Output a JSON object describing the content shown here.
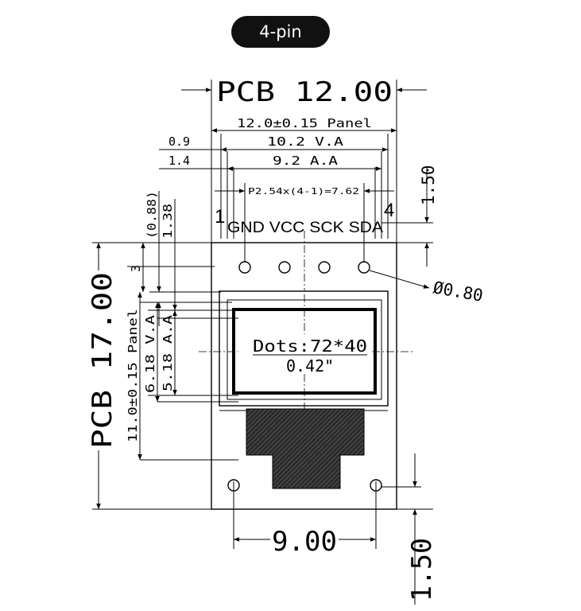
{
  "title_badge": "4-pin",
  "dimensions": {
    "pcb_width": "PCB 12.00",
    "panel_width": "12.0±0.15 Panel",
    "va_width": "10.2 V.A",
    "aa_width": "9.2 A.A",
    "va_offset": "0.9",
    "aa_offset": "1.4",
    "pin_pitch": "P2.54x(4-1)=7.62",
    "pin_top_offset": "1.50",
    "hole_diameter": "Ø0.80",
    "mount_hole_spacing": "9.00",
    "bottom_offset": "1.50",
    "pcb_height": "PCB 17.00",
    "panel_height": "11.0±0.15 Panel",
    "va_height": "6.18 V.A",
    "aa_height": "5.18 A.A",
    "dim_088": "(0.88)",
    "dim_138": "1.38",
    "dim_3": "3"
  },
  "pins": {
    "first": "1",
    "last": "4",
    "labels": "GND VCC SCK SDA"
  },
  "display": {
    "dots": "Dots:72*40",
    "size": "0.42\""
  },
  "colors": {
    "badge_background": "#111111",
    "badge_text": "#ffffff",
    "line": "#000000"
  }
}
